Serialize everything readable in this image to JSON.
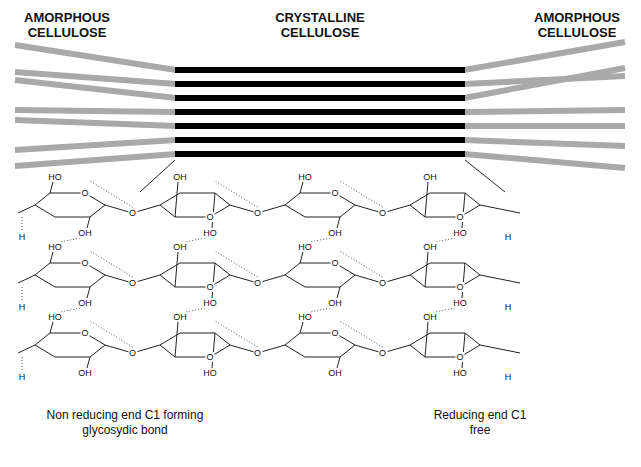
{
  "diagram": {
    "labels": [
      "AMORPHOUS CELLULOSE",
      "CRYSTALLINE CELLULOSE",
      "AMORPHOUS CELLULOSE",
      "O",
      "HO",
      "OH",
      "O",
      "OH",
      "HO",
      "O",
      "HO",
      "OH",
      "O",
      "OH",
      "HO",
      "O",
      "O",
      "O",
      "H",
      "H",
      "O",
      "HO",
      "OH",
      "O",
      "OH",
      "HO",
      "O",
      "HO",
      "OH",
      "O",
      "OH",
      "HO",
      "O",
      "O",
      "O",
      "H",
      "H",
      "O",
      "HO",
      "OH",
      "O",
      "OH",
      "HO",
      "O",
      "HO",
      "OH",
      "O",
      "OH",
      "HO",
      "O",
      "O",
      "O",
      "H",
      "H",
      "Non reducing end C1 forming glycosydic bond",
      "Reducing end C1 free"
    ]
  }
}
